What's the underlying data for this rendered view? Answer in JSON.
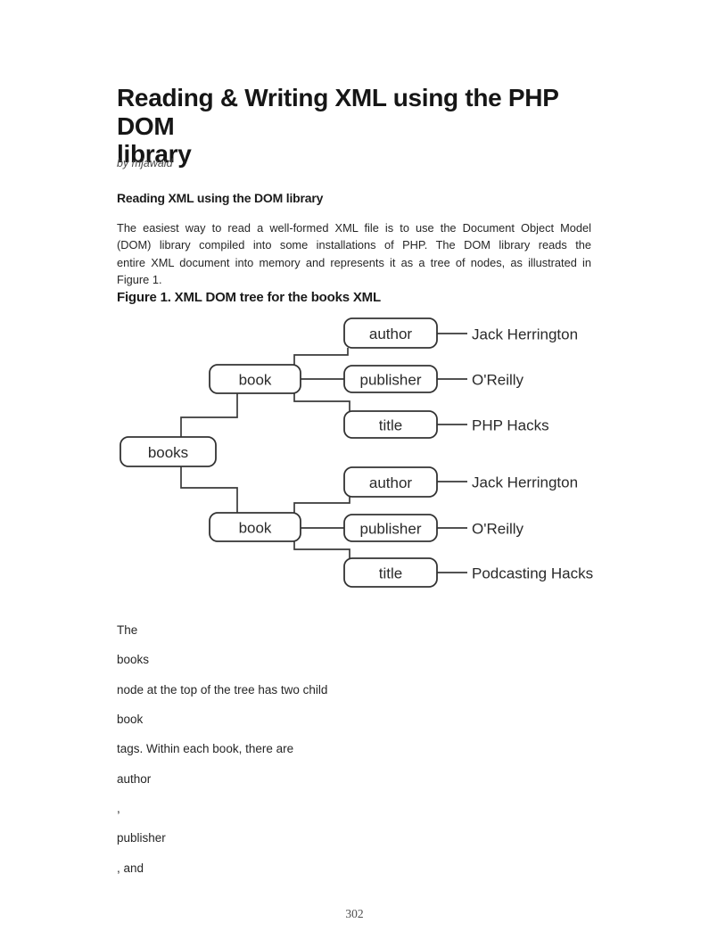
{
  "header": {
    "title_line1": "Reading & Writing XML using the PHP DOM",
    "title_line2": "library",
    "byline": "by mjawaid"
  },
  "article": {
    "section_heading": "Reading XML using the DOM library",
    "paragraph_lines": [
      "The easiest way to read a well-formed XML file is to use the Document Object Model",
      "(DOM) library compiled into some installations of PHP. The DOM library reads the",
      "entire XML document into memory and represents it as a tree of nodes, as illustrated in",
      "Figure 1."
    ],
    "figure_caption": "Figure 1. XML DOM tree for the books XML"
  },
  "diagram": {
    "root": "books",
    "book1": "book",
    "author1": "author",
    "publisher1": "publisher",
    "title1": "title",
    "author1_value": "Jack Herrington",
    "publisher1_value": "O'Reilly",
    "title1_value": "PHP Hacks",
    "book2": "book",
    "author2": "author",
    "publisher2": "publisher",
    "title2": "title",
    "author2_value": "Jack Herrington",
    "publisher2_value": "O'Reilly",
    "title2_value": "Podcasting Hacks"
  },
  "fragments": [
    "The",
    "books",
    "node at the top of the tree has two child",
    "book",
    "tags. Within each book, there are",
    "author",
    ",",
    "publisher",
    ", and"
  ],
  "footer": {
    "page_number": "302"
  },
  "colors": {
    "heading_text": "#161616",
    "body_text": "#262626",
    "muted_text": "#4a4a4a",
    "diagram_line": "#3a3a3a",
    "page_background": "#ffffff"
  }
}
